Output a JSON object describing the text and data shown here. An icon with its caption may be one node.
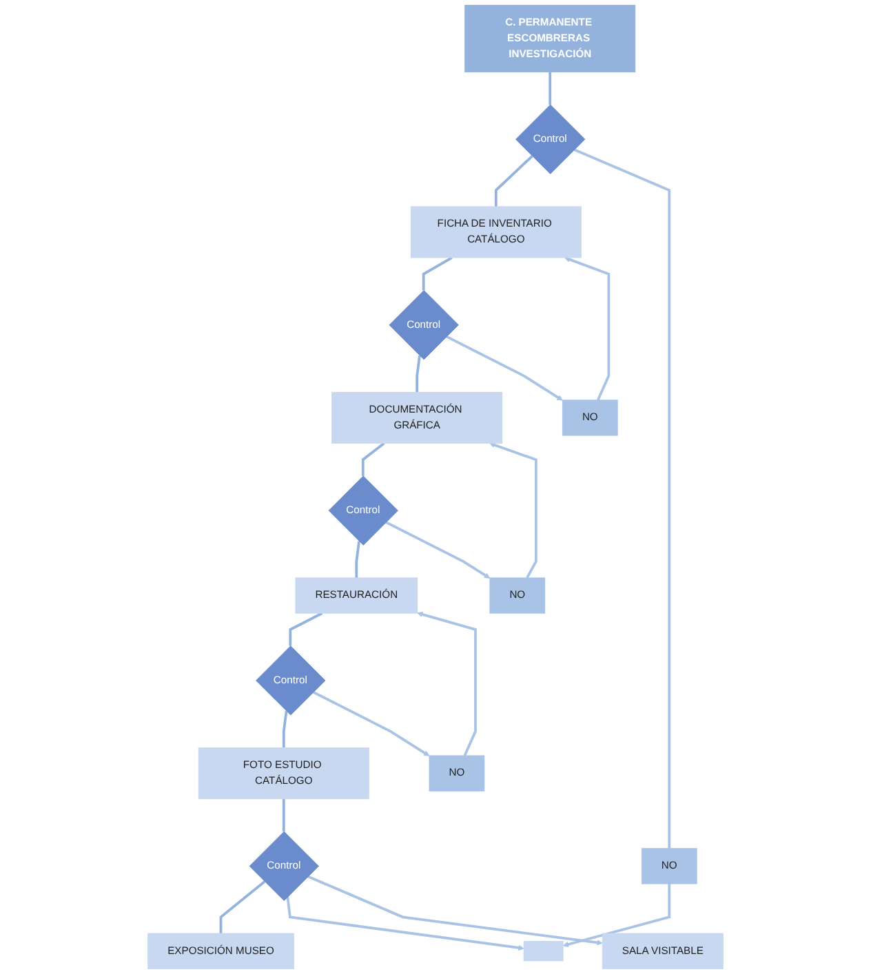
{
  "diagram": {
    "nodes": [
      {
        "text": [
          "C. PERMANENTE ESCOMBRERAS INVESTIGACIÓN"
        ]
      },
      {
        "text": [
          "Control"
        ]
      },
      {
        "text": [
          "NO"
        ]
      },
      {
        "text": [
          "FICHA DE INVENTARIO CATÁLOGO"
        ]
      },
      {
        "text": [
          "NO"
        ]
      },
      {
        "text": [
          "Control"
        ]
      },
      {
        "text": [],
        "shape": "box"
      },
      {
        "text": [
          "DOCUMENTACIÓN GRÁFICA"
        ]
      },
      {
        "text": [
          "NO"
        ]
      },
      {
        "text": [
          "Control"
        ]
      },
      {
        "text": [
          "RESTAURACIÓN"
        ]
      },
      {
        "text": [
          "NO"
        ]
      },
      {
        "text": [
          "Control"
        ]
      },
      {
        "text": [
          "FOTO ESTUDIO CATÁLOGO"
        ]
      },
      {
        "text": [
          "Control"
        ]
      },
      {
        "text": [
          "EXPOSICIÓN MUSEO"
        ]
      },
      {
        "text": [
          "SALA VISITABLE"
        ]
      }
    ],
    "edges": [
      {
        "from": 0,
        "to": 1,
        "arrow": "none",
        "color": "#93b3dd"
      },
      {
        "from": 1,
        "to": 3,
        "arrow": "none",
        "color": "#93b3dd"
      },
      {
        "from": 3,
        "to": 5,
        "arrow": "none",
        "color": "#93b3dd"
      },
      {
        "from": 5,
        "to": 7,
        "arrow": "none",
        "color": "#93b3dd"
      },
      {
        "from": 7,
        "to": 9,
        "arrow": "none",
        "color": "#93b3dd"
      },
      {
        "from": 9,
        "to": 10,
        "arrow": "none",
        "color": "#93b3dd"
      },
      {
        "from": 10,
        "to": 12,
        "arrow": "none",
        "color": "#93b3dd"
      },
      {
        "from": 12,
        "to": 13,
        "arrow": "none",
        "color": "#93b3dd"
      },
      {
        "from": 13,
        "to": 14,
        "arrow": "none",
        "color": "#93b3dd"
      },
      {
        "from": 14,
        "to": 15,
        "arrow": "none",
        "color": "#93b3dd"
      },
      {
        "from": 1,
        "to": 2,
        "arrow": "none"
      },
      {
        "from": 2,
        "to": 6,
        "arrow": "to"
      },
      {
        "from": 5,
        "to": 4,
        "arrow": "to"
      },
      {
        "from": 4,
        "to": 3,
        "arrow": "to"
      },
      {
        "from": 9,
        "to": 8,
        "arrow": "to"
      },
      {
        "from": 8,
        "to": 7,
        "arrow": "to"
      },
      {
        "from": 12,
        "to": 11,
        "arrow": "to"
      },
      {
        "from": 11,
        "to": 10,
        "arrow": "to"
      },
      {
        "from": 14,
        "to": 6,
        "arrow": "to"
      },
      {
        "from": 14,
        "to": 16,
        "arrow": "to"
      }
    ]
  }
}
